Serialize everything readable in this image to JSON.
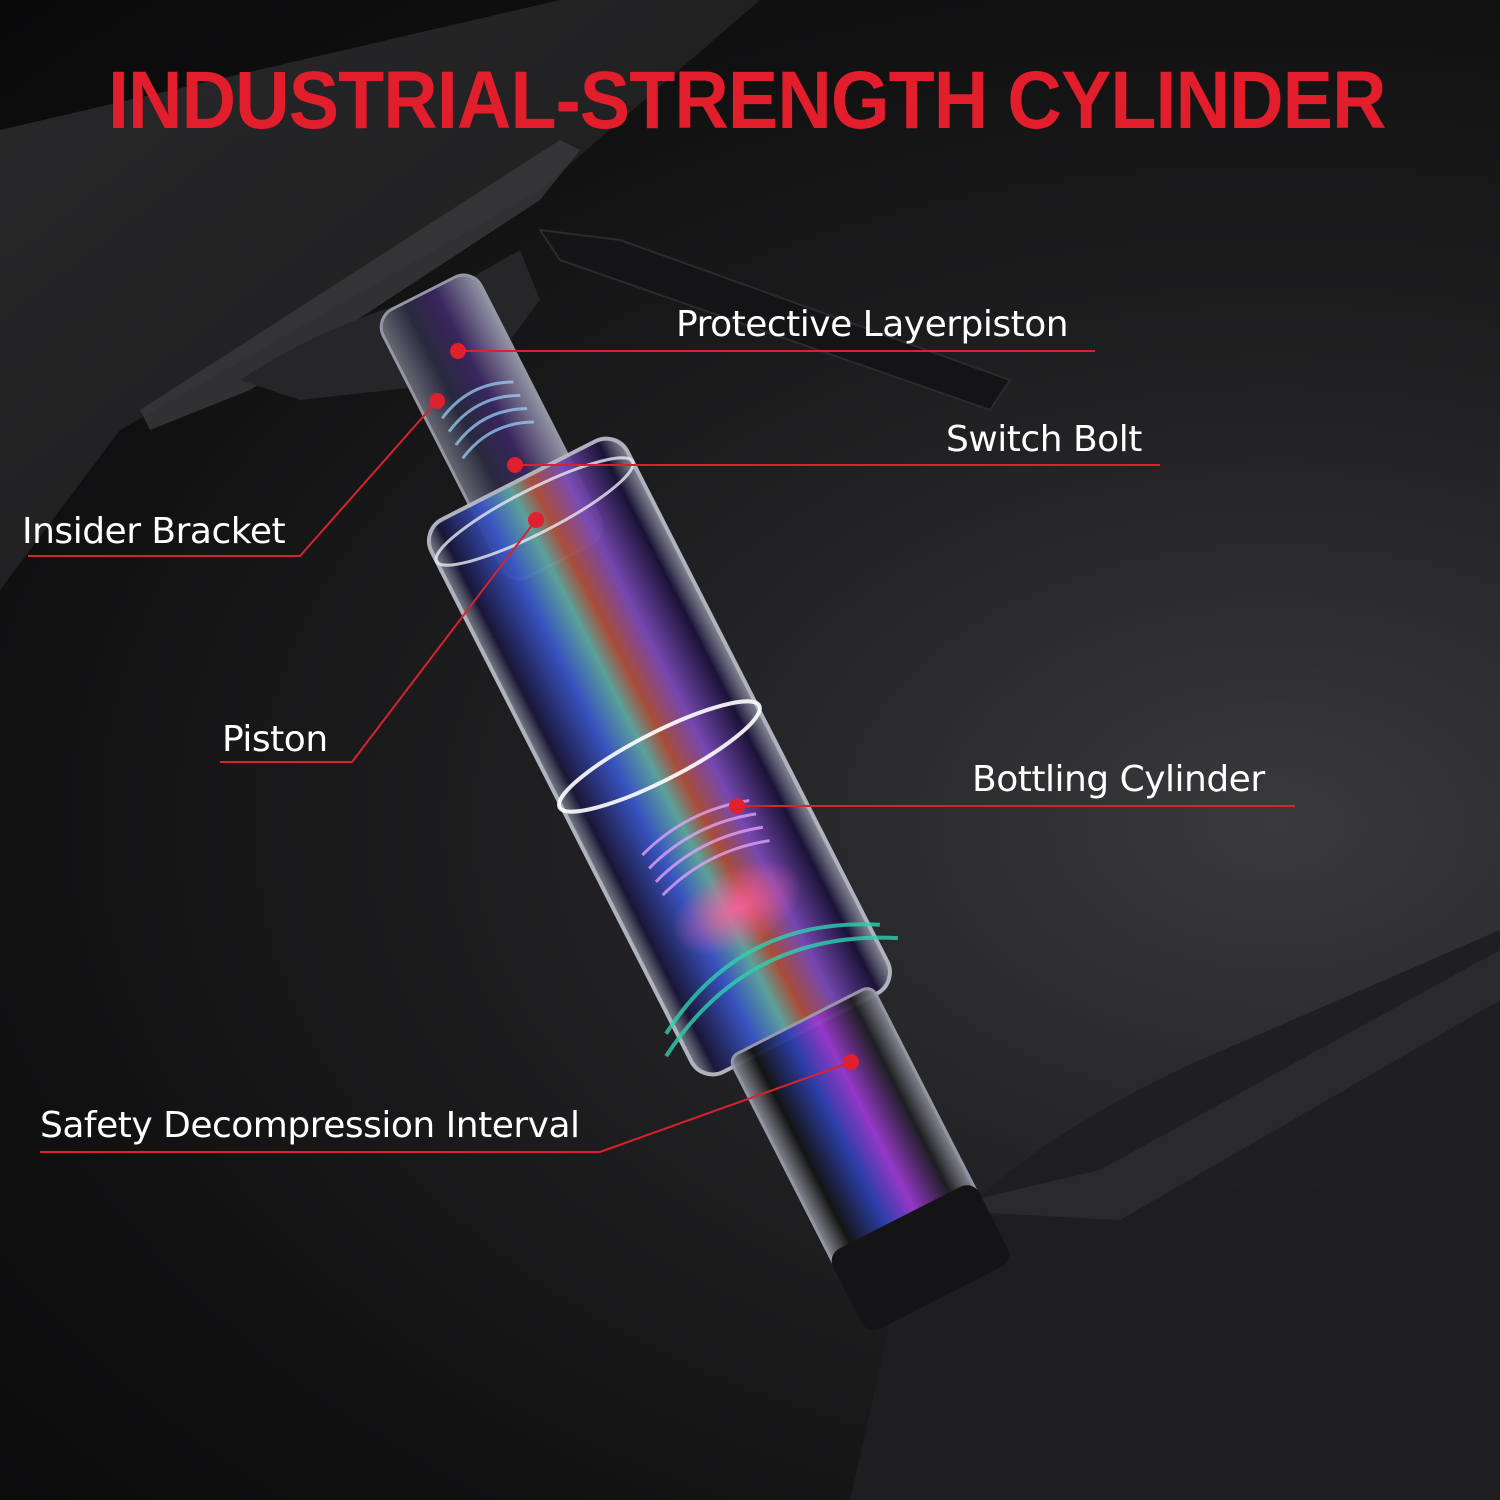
{
  "title": "INDUSTRIAL-STRENGTH CYLINDER",
  "colors": {
    "title": "#e21d2c",
    "callout_line": "#d8232f",
    "callout_dot": "#e0202c",
    "label_text": "#ffffff",
    "background": "#141416"
  },
  "callouts": [
    {
      "id": "protective-layer",
      "label": "Protective Layerpiston",
      "side": "right"
    },
    {
      "id": "switch-bolt",
      "label": "Switch Bolt",
      "side": "right"
    },
    {
      "id": "insider-bracket",
      "label": "Insider Bracket",
      "side": "left"
    },
    {
      "id": "piston",
      "label": "Piston",
      "side": "left"
    },
    {
      "id": "bottling-cylinder",
      "label": "Bottling Cylinder",
      "side": "right"
    },
    {
      "id": "safety-decompression",
      "label": "Safety Decompression Interval",
      "side": "left"
    }
  ]
}
